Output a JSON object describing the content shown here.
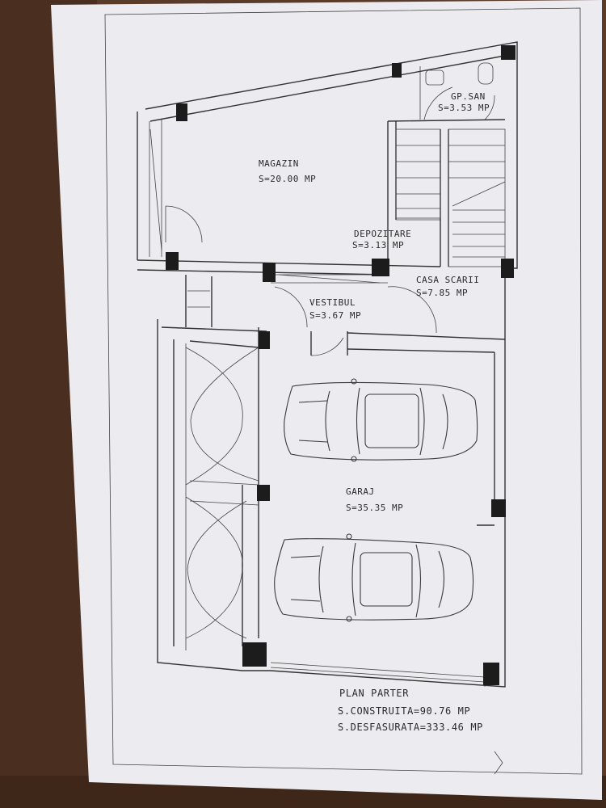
{
  "rooms": {
    "magazin": {
      "name": "MAGAZIN",
      "area": "S=20.00 MP"
    },
    "gp_san": {
      "name": "GP.SAN",
      "area": "S=3.53 MP"
    },
    "depozitare": {
      "name": "DEPOZITARE",
      "area": "S=3.13 MP"
    },
    "casa_scarii": {
      "name": "CASA SCARII",
      "area": "S=7.85 MP"
    },
    "vestibul": {
      "name": "VESTIBUL",
      "area": "S=3.67 MP"
    },
    "garaj": {
      "name": "GARAJ",
      "area": "S=35.35 MP"
    }
  },
  "legend": {
    "title": "PLAN PARTER",
    "built_area": "S.CONSTRUITA=90.76 MP",
    "developed_area": "S.DESFASURATA=333.46 MP"
  },
  "colors": {
    "paper": "#ecebf0",
    "ink": "#2a2a2a",
    "table": "#5a3a28"
  }
}
